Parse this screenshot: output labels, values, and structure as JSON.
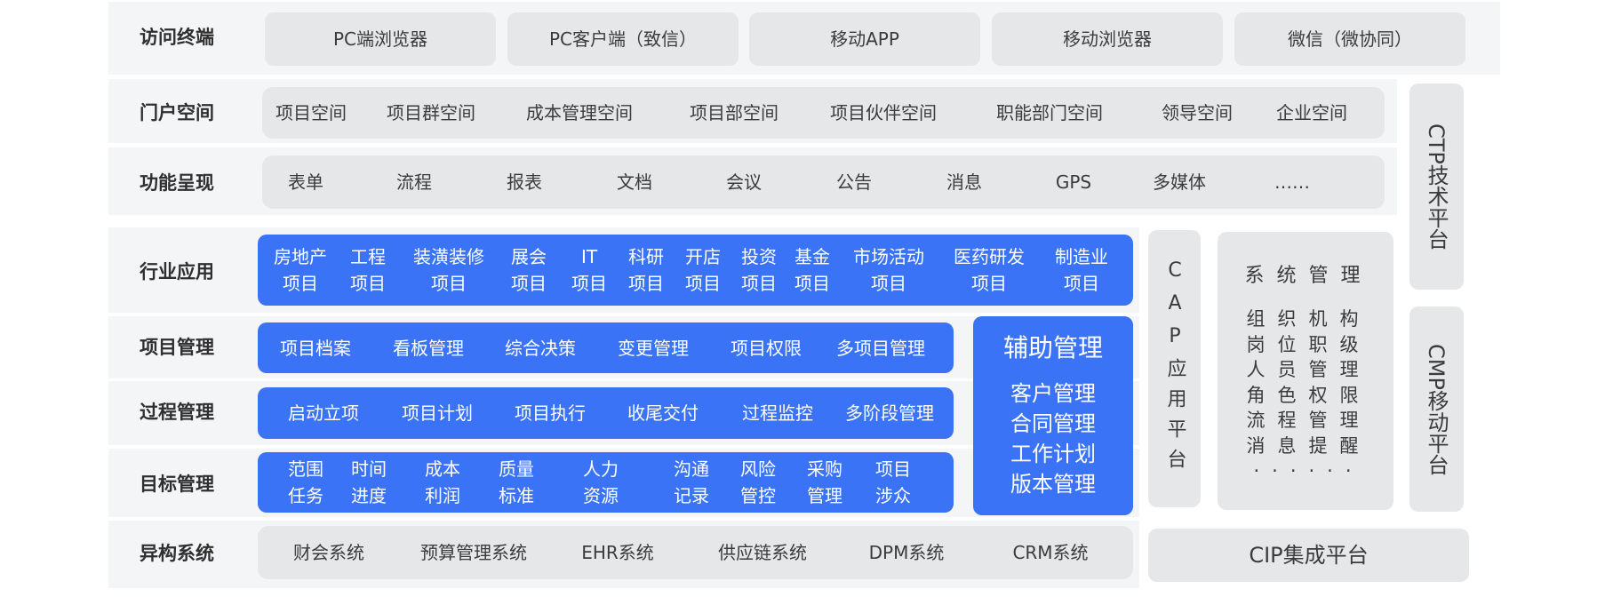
{
  "rows": {
    "access": {
      "label": "访问终端",
      "items": [
        "PC端浏览器",
        "PC客户端（致信）",
        "移动APP",
        "移动浏览器",
        "微信（微协同）"
      ]
    },
    "portal": {
      "label": "门户空间",
      "items": [
        "项目空间",
        "项目群空间",
        "成本管理空间",
        "项目部空间",
        "项目伙伴空间",
        "职能部门空间",
        "领导空间",
        "企业空间"
      ]
    },
    "function": {
      "label": "功能呈现",
      "items": [
        "表单",
        "流程",
        "报表",
        "文档",
        "会议",
        "公告",
        "消息",
        "GPS",
        "多媒体",
        "……"
      ]
    },
    "industry": {
      "label": "行业应用",
      "items": [
        {
          "top": "房地产",
          "bottom": "项目"
        },
        {
          "top": "工程",
          "bottom": "项目"
        },
        {
          "top": "装潢装修",
          "bottom": "项目"
        },
        {
          "top": "展会",
          "bottom": "项目"
        },
        {
          "top": "IT",
          "bottom": "项目"
        },
        {
          "top": "科研",
          "bottom": "项目"
        },
        {
          "top": "开店",
          "bottom": "项目"
        },
        {
          "top": "投资",
          "bottom": "项目"
        },
        {
          "top": "基金",
          "bottom": "项目"
        },
        {
          "top": "市场活动",
          "bottom": "项目"
        },
        {
          "top": "医药研发",
          "bottom": "项目"
        },
        {
          "top": "制造业",
          "bottom": "项目"
        }
      ]
    },
    "project": {
      "label": "项目管理",
      "items": [
        "项目档案",
        "看板管理",
        "综合决策",
        "变更管理",
        "项目权限",
        "多项目管理"
      ]
    },
    "process": {
      "label": "过程管理",
      "items": [
        "启动立项",
        "项目计划",
        "项目执行",
        "收尾交付",
        "过程监控",
        "多阶段管理"
      ]
    },
    "target": {
      "label": "目标管理",
      "items": [
        {
          "top": "范围",
          "bottom": "任务"
        },
        {
          "top": "时间",
          "bottom": "进度"
        },
        {
          "top": "成本",
          "bottom": "利润"
        },
        {
          "top": "质量",
          "bottom": "标准"
        },
        {
          "top": "人力",
          "bottom": "资源"
        },
        {
          "top": "沟通",
          "bottom": "记录"
        },
        {
          "top": "风险",
          "bottom": "管控"
        },
        {
          "top": "采购",
          "bottom": "管理"
        },
        {
          "top": "项目",
          "bottom": "涉众"
        }
      ]
    },
    "hetero": {
      "label": "异构系统",
      "items": [
        "财会系统",
        "预算管理系统",
        "EHR系统",
        "供应链系统",
        "DPM系统",
        "CRM系统"
      ]
    }
  },
  "aux": {
    "title": "辅助管理",
    "items": [
      "客户管理",
      "合同管理",
      "工作计划",
      "版本管理"
    ]
  },
  "cap": {
    "label": "CAP应用平台"
  },
  "system": {
    "title": "系统管理",
    "lines": [
      "组织机构",
      "岗位职级",
      "人员管理",
      "角色权限",
      "流程管理",
      "消息提醒",
      "······"
    ]
  },
  "ctp": {
    "label": "CTP技术平台"
  },
  "cmp": {
    "label": "CMP移动平台"
  },
  "cip": {
    "label": "CIP集成平台"
  },
  "colors": {
    "blue": "#3a73f5",
    "gray_box": "#e6e7e9",
    "panel": "#f4f5f7"
  }
}
